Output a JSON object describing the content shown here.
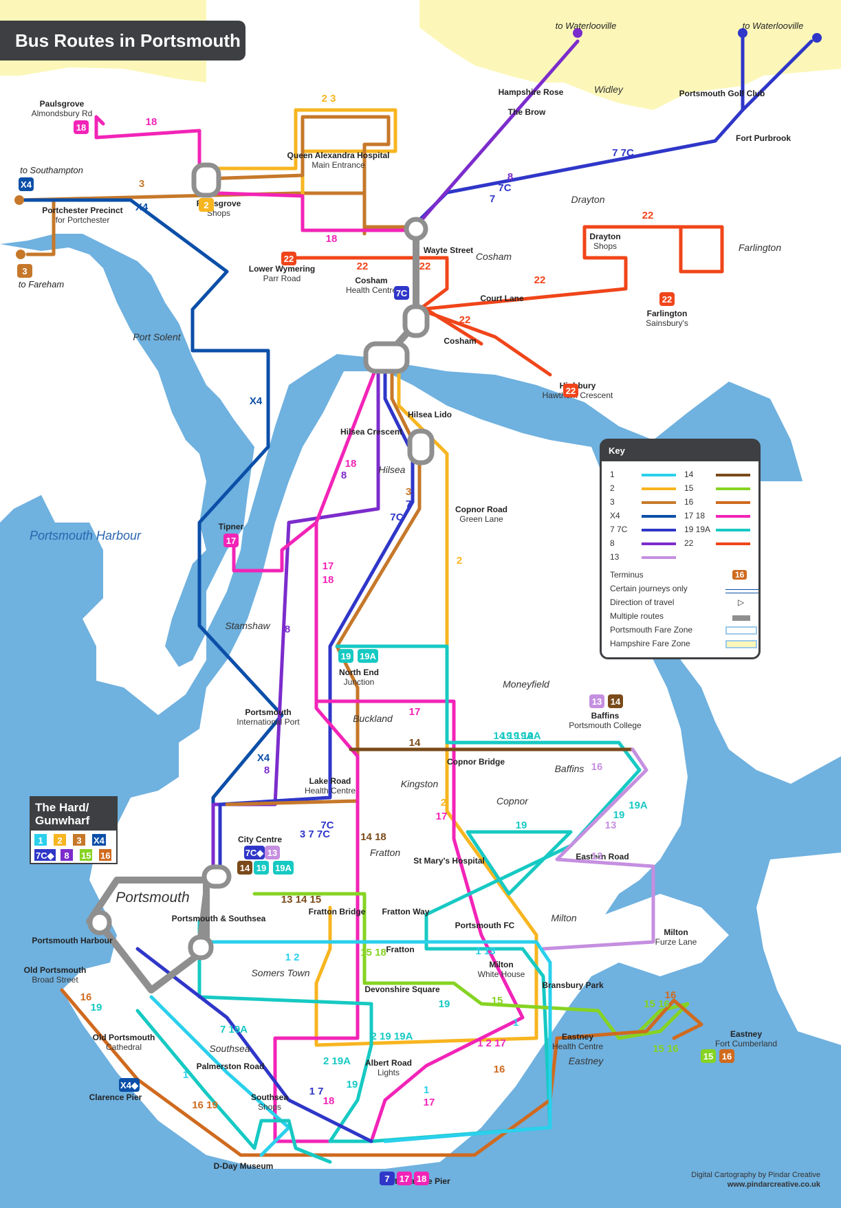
{
  "title": "Bus Routes in Portsmouth",
  "colors": {
    "sea": "#6fb1df",
    "land": "#ffffff",
    "hampshire_zone": "#fcf7b8",
    "route_1": "#2ad0ec",
    "route_2": "#f7b520",
    "route_3": "#c6782a",
    "route_x4": "#0b4fa8",
    "route_7": "#2f36c8",
    "route_8": "#7c2ccc",
    "route_13": "#c58fe0",
    "route_14": "#7a4a1a",
    "route_15": "#86d323",
    "route_16": "#cf6a1f",
    "route_17_18": "#f224b7",
    "route_19": "#17c9c3",
    "route_22": "#f0451a",
    "multiple": "#8f8f8f"
  },
  "areas": [
    "Port Solent",
    "Portsmouth Harbour",
    "Hilsea",
    "Stamshaw",
    "Buckland",
    "Kingston",
    "Fratton",
    "Copnor",
    "Baffins",
    "Moneyfield",
    "Milton",
    "Eastney",
    "Southsea",
    "Somers Town",
    "Portsmouth",
    "Cosham",
    "Drayton",
    "Farlington",
    "Widley"
  ],
  "places": [
    {
      "name": "Paulsgrove",
      "sub": "Almondsbury Rd"
    },
    {
      "name": "Paulsgrove",
      "sub": "Shops"
    },
    {
      "name": "Queen Alexandra Hospital",
      "sub": "Main Entrance"
    },
    {
      "name": "Portchester Precinct",
      "sub": "for Portchester"
    },
    {
      "name": "Lower Wymering",
      "sub": "Parr Road"
    },
    {
      "name": "Wayte Street",
      "sub": ""
    },
    {
      "name": "Cosham",
      "sub": "Health Centre"
    },
    {
      "name": "Court Lane",
      "sub": ""
    },
    {
      "name": "Cosham",
      "sub": ""
    },
    {
      "name": "Drayton",
      "sub": "Shops"
    },
    {
      "name": "Farlington",
      "sub": "Sainsbury's"
    },
    {
      "name": "Highbury",
      "sub": "Hawthorn Crescent"
    },
    {
      "name": "Hampshire Rose",
      "sub": ""
    },
    {
      "name": "The Brow",
      "sub": ""
    },
    {
      "name": "Portsmouth Golf Club",
      "sub": ""
    },
    {
      "name": "Fort Purbrook",
      "sub": ""
    },
    {
      "name": "Hilsea Lido",
      "sub": ""
    },
    {
      "name": "Hilsea Crescent",
      "sub": ""
    },
    {
      "name": "Copnor Road",
      "sub": "Green Lane"
    },
    {
      "name": "Tipner",
      "sub": ""
    },
    {
      "name": "North End",
      "sub": "Junction"
    },
    {
      "name": "Portsmouth",
      "sub": "International Port"
    },
    {
      "name": "Lake Road",
      "sub": "Health Centre"
    },
    {
      "name": "City Centre",
      "sub": ""
    },
    {
      "name": "Baffins",
      "sub": "Portsmouth College"
    },
    {
      "name": "Copnor Bridge",
      "sub": ""
    },
    {
      "name": "St Mary's Hospital",
      "sub": ""
    },
    {
      "name": "Eastern Road",
      "sub": ""
    },
    {
      "name": "Fratton Bridge",
      "sub": ""
    },
    {
      "name": "Fratton Way",
      "sub": ""
    },
    {
      "name": "Fratton",
      "sub": ""
    },
    {
      "name": "Portsmouth FC",
      "sub": ""
    },
    {
      "name": "Milton",
      "sub": "White House"
    },
    {
      "name": "Milton",
      "sub": "Furze Lane"
    },
    {
      "name": "Devonshire Square",
      "sub": ""
    },
    {
      "name": "Bransbury Park",
      "sub": ""
    },
    {
      "name": "Eastney",
      "sub": "Health Centre"
    },
    {
      "name": "Eastney",
      "sub": "Fort Cumberland"
    },
    {
      "name": "Portsmouth & Southsea",
      "sub": ""
    },
    {
      "name": "Portsmouth Harbour",
      "sub": ""
    },
    {
      "name": "Old Portsmouth",
      "sub": "Broad Street"
    },
    {
      "name": "Old Portsmouth",
      "sub": "Cathedral"
    },
    {
      "name": "Clarence Pier",
      "sub": ""
    },
    {
      "name": "Palmerston Road",
      "sub": ""
    },
    {
      "name": "Southsea",
      "sub": "Shops"
    },
    {
      "name": "Albert Road",
      "sub": "Lights"
    },
    {
      "name": "D-Day Museum",
      "sub": ""
    },
    {
      "name": "South Parade Pier",
      "sub": ""
    }
  ],
  "destinations": {
    "waterlooville_1": "to Waterlooville",
    "waterlooville_2": "to Waterlooville",
    "southampton": "to Southampton",
    "fareham": "to Fareham"
  },
  "route_labels": {
    "top_23": "2 3",
    "r18a": "18",
    "r18b": "18",
    "r3": "3",
    "rx4": "X4",
    "r22a": "22",
    "r22b": "22",
    "r22c": "22",
    "r22d": "22",
    "r22e": "22",
    "r77c": "7 7C",
    "r8": "8",
    "r7c": "7C",
    "r7": "7",
    "rX4b": "X4",
    "r18c": "18",
    "r8b": "8",
    "r3b": "3",
    "r7b": "7",
    "r2": "2",
    "r17": "17",
    "r18d": "18",
    "r8c": "8",
    "r1919a": "19 19A",
    "r17b": "17",
    "r14": "14",
    "r141919a": "14 19 19A",
    "rX4c": "X4",
    "r8d": "8",
    "r217": "2",
    "r17c": "17",
    "r19a": "19A",
    "r13": "13",
    "r19": "19",
    "r19b": "19",
    "r13b": "13",
    "r1418": "14 18",
    "r377c": "3 7 7C",
    "r131415": "13 14 15",
    "r12": "1 2",
    "r1518": "15 18",
    "r113": "1 13",
    "r15": "15",
    "r19c": "19",
    "r19ad": "19A",
    "r1217": "1 2 17",
    "r219": "2 19 19A",
    "r219a": "2 19A",
    "r719a": "7 19A",
    "r1b": "1",
    "r1619": "16 19",
    "r16": "16",
    "r19d": "19",
    "r1617": "1 7",
    "r18e": "18",
    "r1c": "1",
    "r17d": "17",
    "r16b": "16",
    "r1516": "15 16",
    "r1516b": "15 16",
    "r16c": "16",
    "r19e": "19",
    "r16d": "16",
    "r1d": "1",
    "rdelta7c": "7C",
    "r7c2": "7C"
  },
  "key": {
    "heading": "Key",
    "routes": [
      {
        "label": "1",
        "color": "#2ad0ec"
      },
      {
        "label": "2",
        "color": "#f7b520"
      },
      {
        "label": "3",
        "color": "#c6782a"
      },
      {
        "label": "X4",
        "color": "#0b4fa8"
      },
      {
        "label": "7 7C",
        "color": "#2f36c8"
      },
      {
        "label": "8",
        "color": "#7c2ccc"
      },
      {
        "label": "13",
        "color": "#c58fe0"
      },
      {
        "label": "14",
        "color": "#7a4a1a"
      },
      {
        "label": "15",
        "color": "#86d323"
      },
      {
        "label": "16",
        "color": "#cf6a1f"
      },
      {
        "label": "17 18",
        "color": "#f224b7"
      },
      {
        "label": "19 19A",
        "color": "#17c9c3"
      },
      {
        "label": "22",
        "color": "#f0451a"
      }
    ],
    "legend": [
      "Terminus",
      "Certain journeys only",
      "Direction of travel",
      "Multiple routes",
      "Portsmouth Fare Zone",
      "Hampshire Fare Zone"
    ],
    "terminus_badge": "16"
  },
  "hard": {
    "title_1": "The Hard/",
    "title_2": "Gunwharf",
    "badges": [
      {
        "label": "1",
        "color": "#2ad0ec"
      },
      {
        "label": "2",
        "color": "#f7b520"
      },
      {
        "label": "3",
        "color": "#c6782a"
      },
      {
        "label": "X4",
        "color": "#0b4fa8"
      },
      {
        "label": "7C◆",
        "color": "#2f36c8"
      },
      {
        "label": "8",
        "color": "#7c2ccc"
      },
      {
        "label": "15",
        "color": "#86d323"
      },
      {
        "label": "16",
        "color": "#cf6a1f"
      }
    ]
  },
  "terminus_badges": [
    {
      "label": "18",
      "color": "#f224b7"
    },
    {
      "label": "2",
      "color": "#f7b520"
    },
    {
      "label": "X4",
      "color": "#0b4fa8"
    },
    {
      "label": "3",
      "color": "#c6782a"
    },
    {
      "label": "22",
      "color": "#f0451a"
    },
    {
      "label": "7C",
      "color": "#2f36c8"
    },
    {
      "label": "22",
      "color": "#f0451a"
    },
    {
      "label": "22",
      "color": "#f0451a"
    },
    {
      "label": "17",
      "color": "#f224b7"
    },
    {
      "label": "19",
      "color": "#17c9c3"
    },
    {
      "label": "19A",
      "color": "#17c9c3"
    },
    {
      "label": "13",
      "color": "#c58fe0"
    },
    {
      "label": "14",
      "color": "#7a4a1a"
    },
    {
      "label": "7C◆",
      "color": "#2f36c8"
    },
    {
      "label": "13",
      "color": "#c58fe0"
    },
    {
      "label": "14",
      "color": "#7a4a1a"
    },
    {
      "label": "19",
      "color": "#17c9c3"
    },
    {
      "label": "19A",
      "color": "#17c9c3"
    },
    {
      "label": "15",
      "color": "#86d323"
    },
    {
      "label": "16",
      "color": "#cf6a1f"
    },
    {
      "label": "X4◆",
      "color": "#0b4fa8"
    },
    {
      "label": "7",
      "color": "#2f36c8"
    },
    {
      "label": "17",
      "color": "#f224b7"
    },
    {
      "label": "18",
      "color": "#f224b7"
    }
  ],
  "footer": {
    "credit": "Digital Cartography by Pindar Creative",
    "url": "www.pindarcreative.co.uk"
  }
}
